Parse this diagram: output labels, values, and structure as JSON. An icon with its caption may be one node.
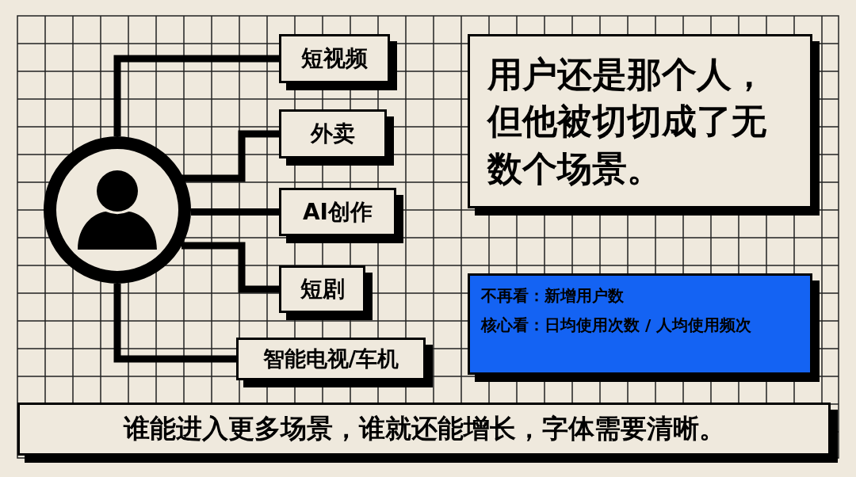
{
  "diagram": {
    "nodes": [
      {
        "text": [],
        "shape": "person"
      },
      {
        "text": [
          "短视频"
        ]
      },
      {
        "text": [
          "外卖"
        ]
      },
      {
        "text": [
          "AI创作"
        ]
      },
      {
        "text": [
          "短剧"
        ]
      },
      {
        "text": [
          "智能电视/车机"
        ]
      },
      {
        "text": [
          "用户还是那个人，但他被切切成了无数个场景。"
        ]
      },
      {
        "text": [
          "不再看：新增用户数",
          "核心看：日均使用次数 / 人均使用频次"
        ]
      },
      {
        "text": [
          "谁能进入更多场景，谁就还能增长，字体需要清晰。"
        ]
      }
    ],
    "edges": [
      {
        "from": 0,
        "to": 1,
        "arrow": "none"
      },
      {
        "from": 0,
        "to": 2,
        "arrow": "none"
      },
      {
        "from": 0,
        "to": 3,
        "arrow": "none"
      },
      {
        "from": 0,
        "to": 4,
        "arrow": "none"
      },
      {
        "from": 0,
        "to": 5,
        "arrow": "none"
      }
    ]
  }
}
